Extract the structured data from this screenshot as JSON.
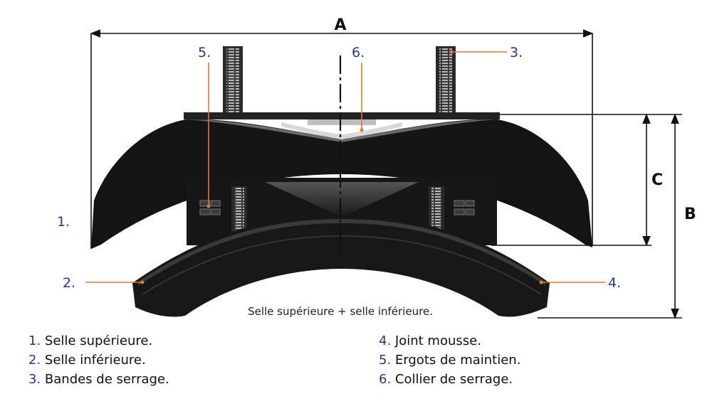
{
  "dimensions": {
    "a": "A",
    "b": "B",
    "c": "C"
  },
  "callouts": [
    {
      "num": "1."
    },
    {
      "num": "2."
    },
    {
      "num": "3."
    },
    {
      "num": "4."
    },
    {
      "num": "5."
    },
    {
      "num": "6."
    }
  ],
  "caption": "Selle supérieure + selle inférieure.",
  "legend": [
    {
      "num": "1.",
      "label": "Selle supérieure."
    },
    {
      "num": "2.",
      "label": "Selle inférieure."
    },
    {
      "num": "3.",
      "label": "Bandes de serrage."
    },
    {
      "num": "4.",
      "label": "Joint mousse."
    },
    {
      "num": "5.",
      "label": "Ergots de maintien."
    },
    {
      "num": "6.",
      "label": "Collier de serrage."
    }
  ],
  "colors": {
    "part": "#141414",
    "leader": "#d9793a",
    "number": "#2b3a78",
    "dimension": "#111111"
  }
}
